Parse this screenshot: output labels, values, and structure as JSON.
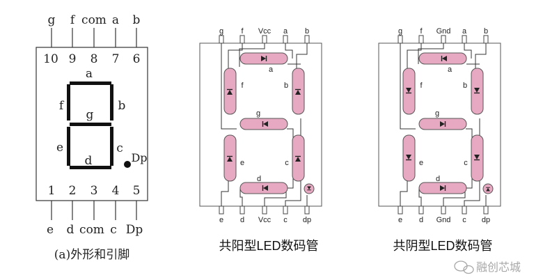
{
  "panel_a": {
    "top_pins": [
      {
        "label": "g",
        "number": "10"
      },
      {
        "label": "f",
        "number": "9"
      },
      {
        "label": "com",
        "number": "8"
      },
      {
        "label": "a",
        "number": "7"
      },
      {
        "label": "b",
        "number": "6"
      }
    ],
    "bottom_pins": [
      {
        "label": "e",
        "number": "1"
      },
      {
        "label": "d",
        "number": "2"
      },
      {
        "label": "com",
        "number": "3"
      },
      {
        "label": "c",
        "number": "4"
      },
      {
        "label": "Dp",
        "number": "5"
      }
    ],
    "segments": {
      "a": "a",
      "b": "b",
      "c": "c",
      "d": "d",
      "e": "e",
      "f": "f",
      "g": "g",
      "dp": "Dp"
    },
    "caption": "(a)外形和引脚"
  },
  "panel_b": {
    "top_pins": [
      "g",
      "f",
      "Vcc",
      "a",
      "b"
    ],
    "bottom_pins": [
      "e",
      "d",
      "Vcc",
      "c",
      "dp"
    ],
    "segments": {
      "a": "a",
      "b": "b",
      "c": "c",
      "d": "d",
      "e": "e",
      "f": "f",
      "g": "g"
    },
    "caption": "共阳型LED数码管"
  },
  "panel_c": {
    "top_pins": [
      "g",
      "f",
      "Gnd",
      "a",
      "b"
    ],
    "bottom_pins": [
      "e",
      "d",
      "Gnd",
      "c",
      "dp"
    ],
    "segments": {
      "a": "a",
      "b": "b",
      "c": "c",
      "d": "d",
      "e": "e",
      "f": "f",
      "g": "g"
    },
    "caption": "共阴型LED数码管"
  },
  "watermark": "融创芯城",
  "colors": {
    "segment_fill": "#e7a9c2",
    "segment_stroke": "#555555",
    "line": "#333333"
  }
}
